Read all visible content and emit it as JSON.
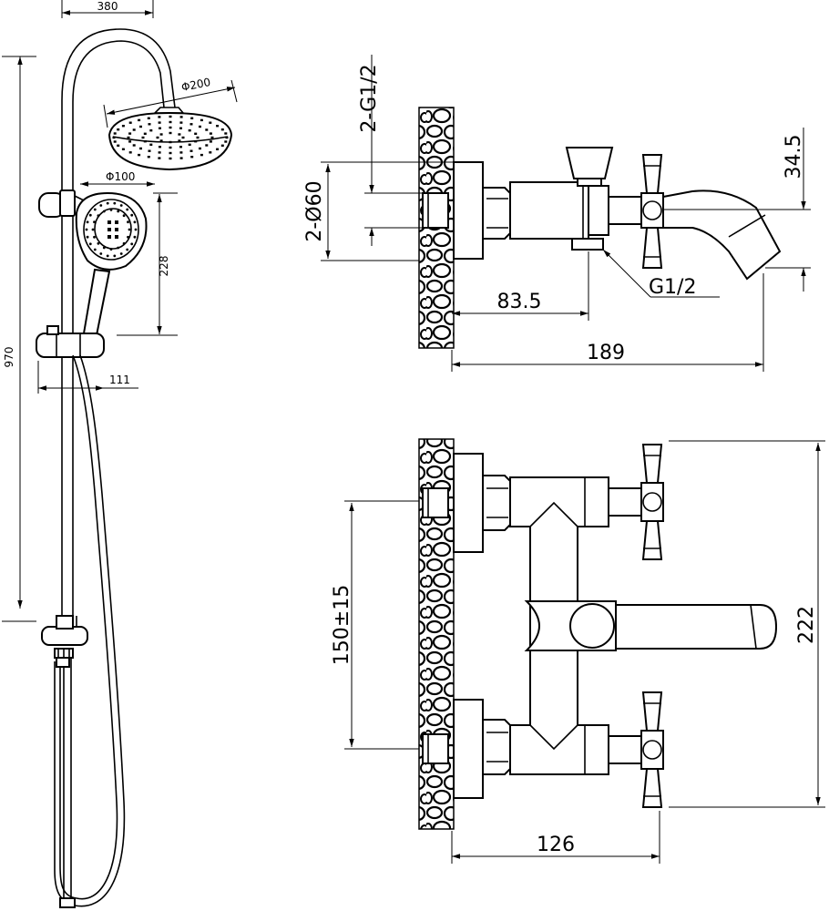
{
  "dimensions": {
    "rail_offset": "380",
    "overhead_diameter": "Φ200",
    "hand_shower_diameter": "Φ100",
    "hand_shower_height": "228",
    "total_height": "970",
    "slider_width": "111",
    "inlet_thread": "2-G1/2",
    "escutcheon_diameter": "2-Ø60",
    "diverter_height": "34.5",
    "hose_outlet_thread": "G1/2",
    "outlet_offset": "83.5",
    "spout_projection": "189",
    "center_distance": "150±15",
    "mixer_height": "222",
    "mixer_projection": "126"
  }
}
